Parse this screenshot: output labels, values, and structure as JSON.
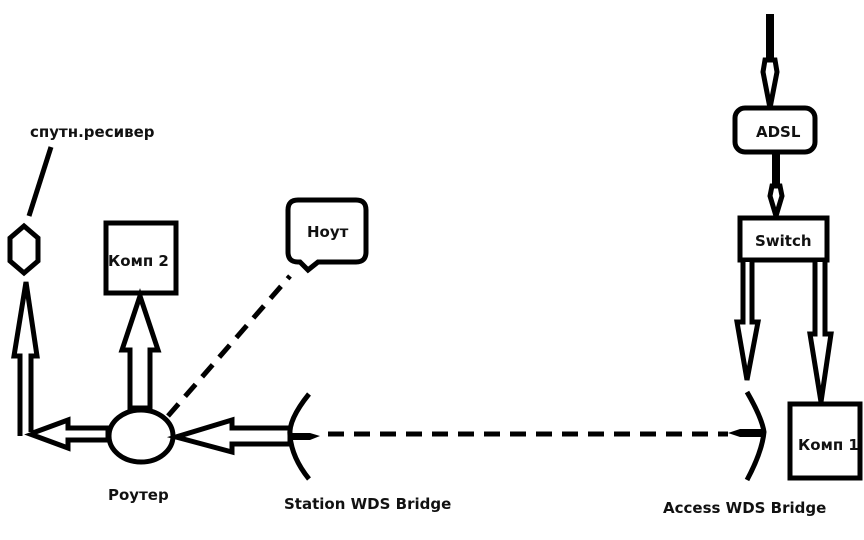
{
  "diagram": {
    "title": "",
    "nodes": {
      "receiver": {
        "label": "спутн.ресивер",
        "shape": "hexagon"
      },
      "comp2": {
        "label": "Комп 2",
        "shape": "box"
      },
      "laptop": {
        "label": "Ноут",
        "shape": "speech-bubble"
      },
      "router": {
        "label": "Роутер",
        "shape": "ellipse"
      },
      "station_bridge": {
        "label": "Station WDS Bridge",
        "shape": "antenna-dish"
      },
      "access_bridge": {
        "label": "Access WDS Bridge",
        "shape": "antenna-dish"
      },
      "adsl": {
        "label": "ADSL",
        "shape": "rounded-box"
      },
      "switch": {
        "label": "Switch",
        "shape": "box"
      },
      "comp1": {
        "label": "Комп 1",
        "shape": "box"
      }
    },
    "edges": [
      {
        "from": "internet",
        "to": "adsl",
        "style": "solid-arrow"
      },
      {
        "from": "adsl",
        "to": "switch",
        "style": "solid-arrow"
      },
      {
        "from": "switch",
        "to": "access_bridge",
        "style": "hollow-arrow"
      },
      {
        "from": "switch",
        "to": "comp1",
        "style": "hollow-arrow"
      },
      {
        "from": "access_bridge",
        "to": "station_bridge",
        "style": "dashed-wireless"
      },
      {
        "from": "station_bridge",
        "to": "router",
        "style": "hollow-arrow"
      },
      {
        "from": "router",
        "to": "comp2",
        "style": "hollow-arrow"
      },
      {
        "from": "router",
        "to": "receiver",
        "style": "hollow-arrow-elbow"
      },
      {
        "from": "router",
        "to": "laptop",
        "style": "dashed-wireless"
      }
    ],
    "colors": {
      "ink": "#000000",
      "background": "#ffffff"
    }
  }
}
